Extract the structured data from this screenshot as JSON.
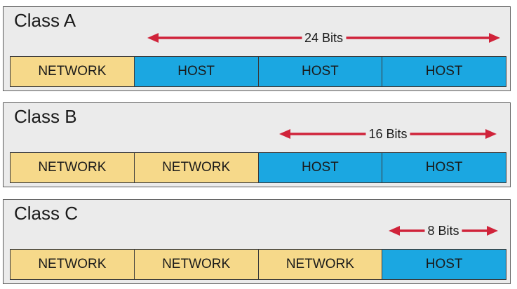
{
  "classes": [
    {
      "title": "Class A",
      "arrow_label": "24 Bits",
      "segments": [
        "NETWORK",
        "HOST",
        "HOST",
        "HOST"
      ],
      "segment_types": [
        "network",
        "host",
        "host",
        "host"
      ]
    },
    {
      "title": "Class B",
      "arrow_label": "16 Bits",
      "segments": [
        "NETWORK",
        "NETWORK",
        "HOST",
        "HOST"
      ],
      "segment_types": [
        "network",
        "network",
        "host",
        "host"
      ]
    },
    {
      "title": "Class C",
      "arrow_label": "8 Bits",
      "segments": [
        "NETWORK",
        "NETWORK",
        "NETWORK",
        "HOST"
      ],
      "segment_types": [
        "network",
        "network",
        "network",
        "host"
      ]
    }
  ],
  "colors": {
    "network": "#f6d98a",
    "host": "#1ba7e1",
    "arrow": "#d0233a",
    "panel": "#ebebeb"
  }
}
